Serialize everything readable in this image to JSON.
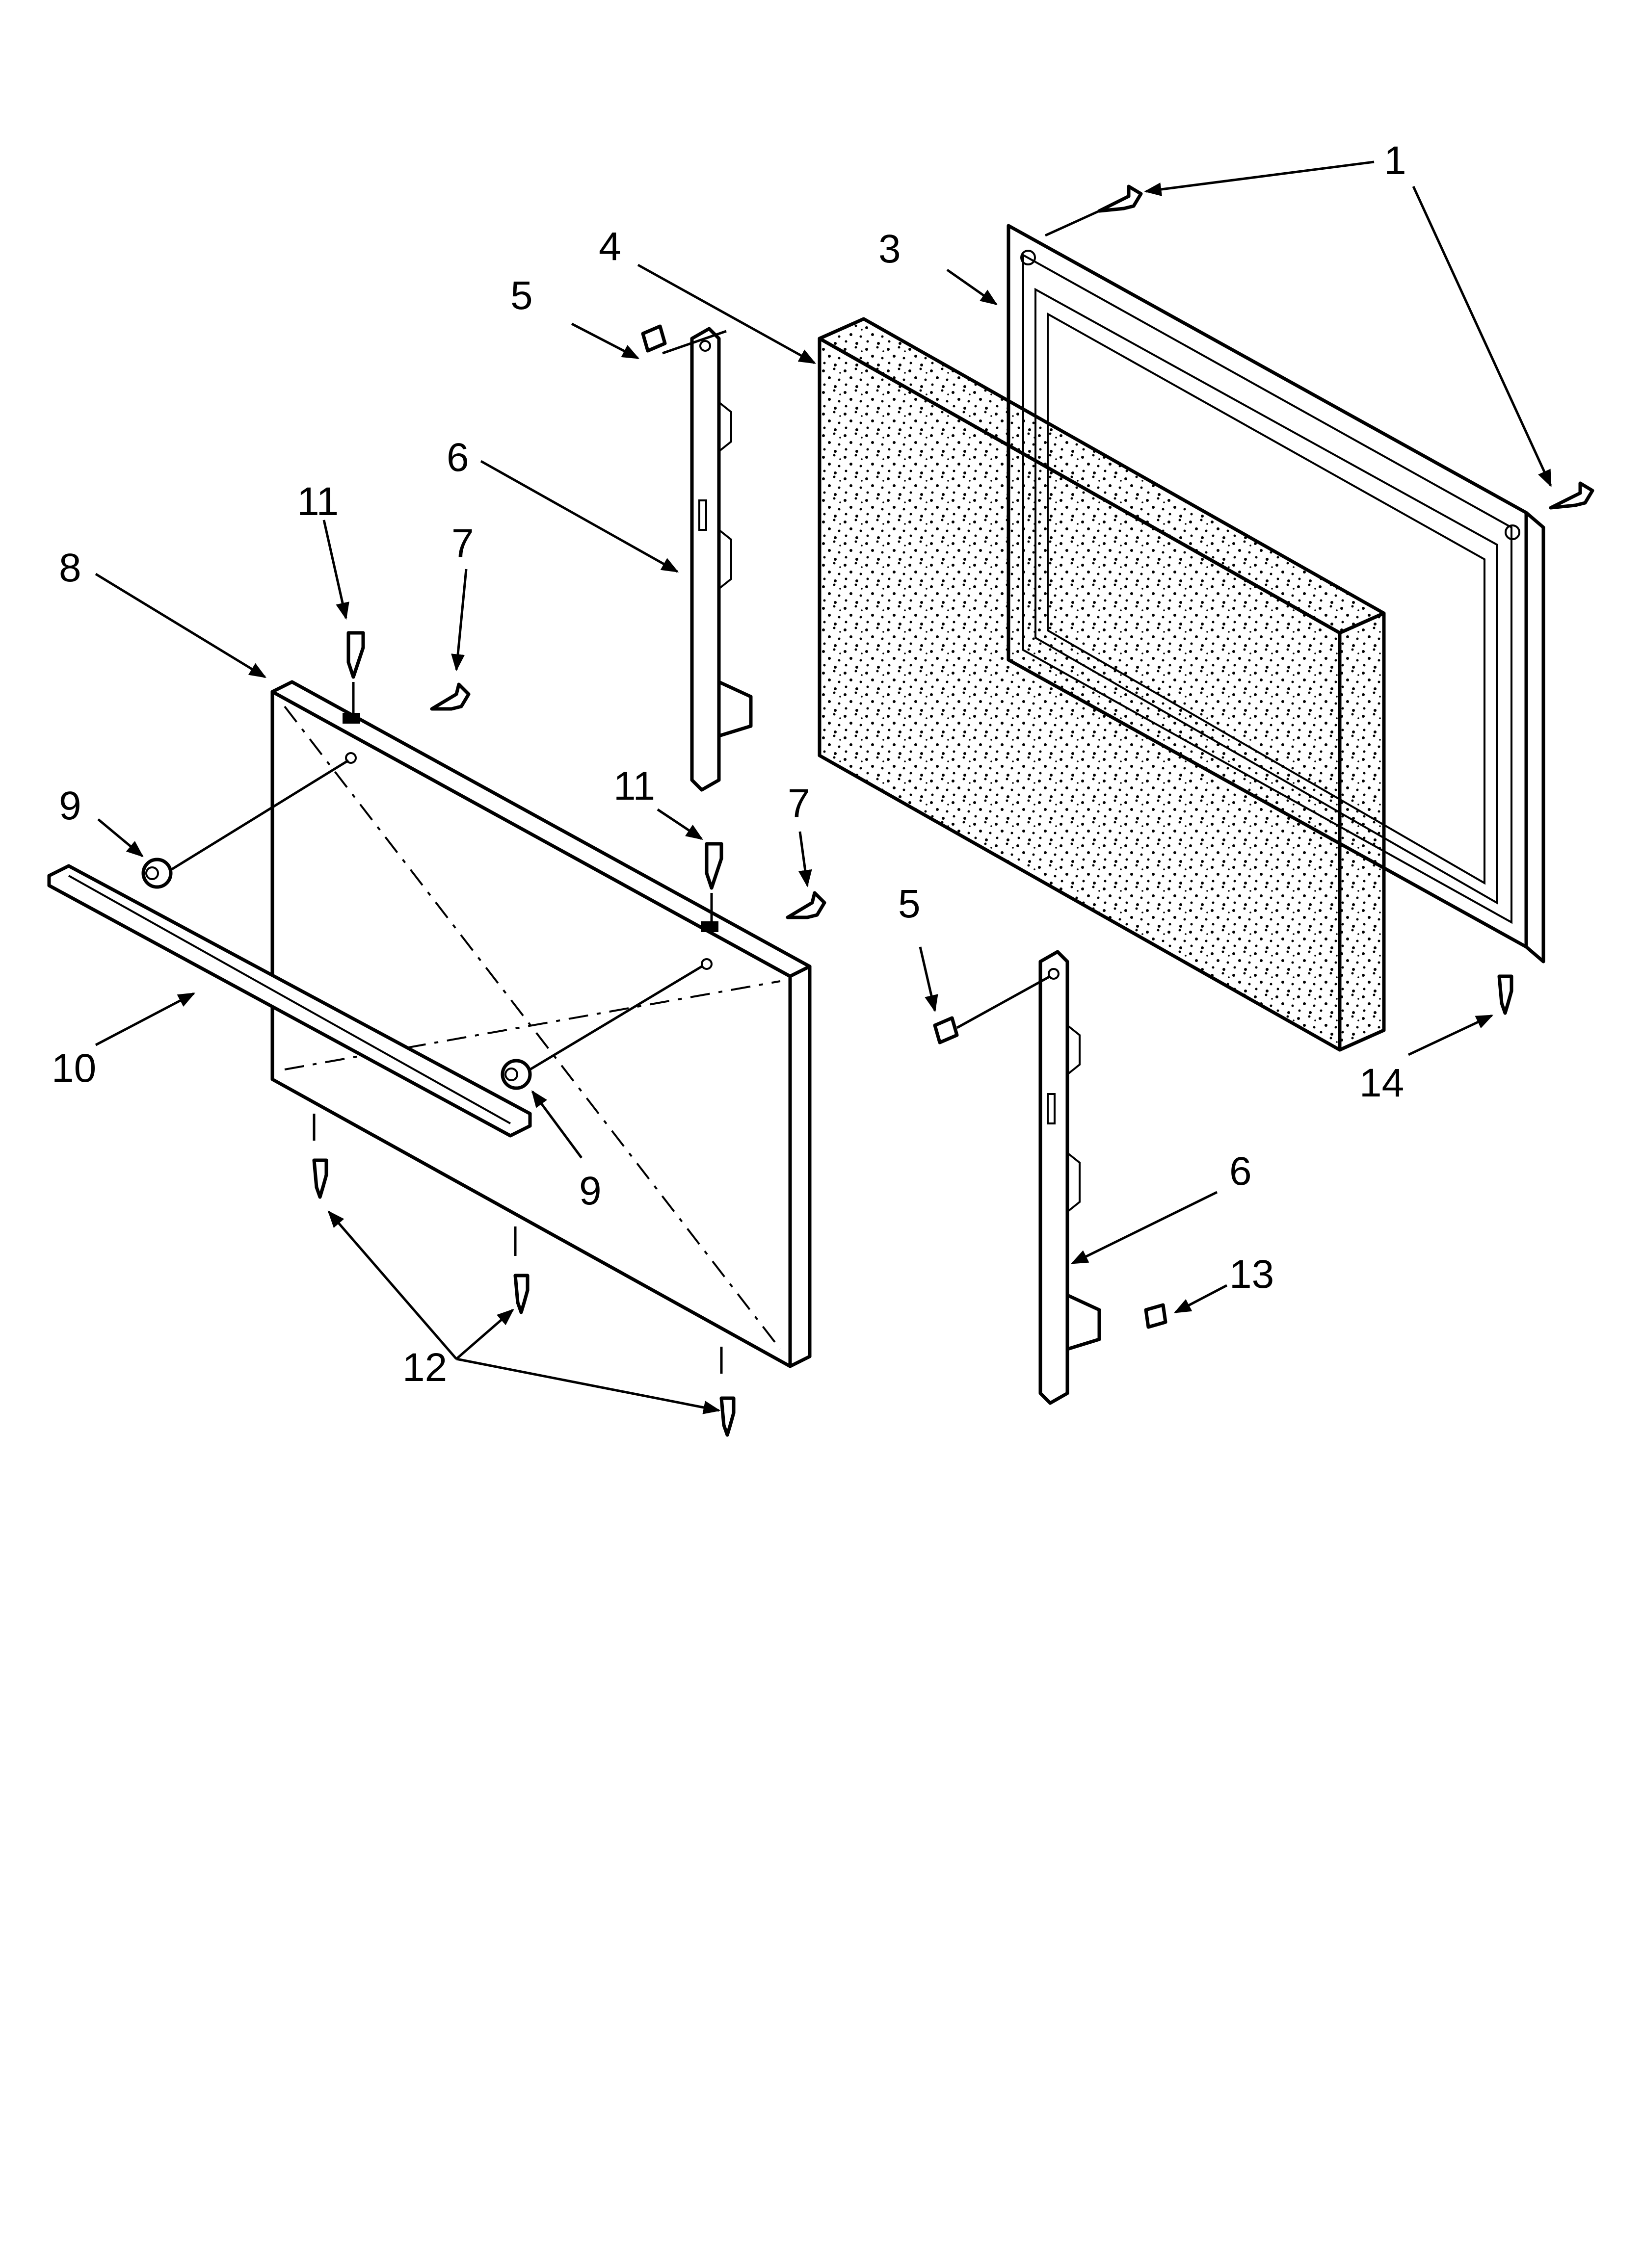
{
  "callouts": {
    "c1": "1",
    "c3": "3",
    "c4": "4",
    "c5a": "5",
    "c5b": "5",
    "c6a": "6",
    "c6b": "6",
    "c7a": "7",
    "c7b": "7",
    "c8": "8",
    "c9a": "9",
    "c9b": "9",
    "c10": "10",
    "c11a": "11",
    "c11b": "11",
    "c12": "12",
    "c13": "13",
    "c14": "14"
  },
  "colors": {
    "line": "#000000",
    "background": "#ffffff"
  }
}
